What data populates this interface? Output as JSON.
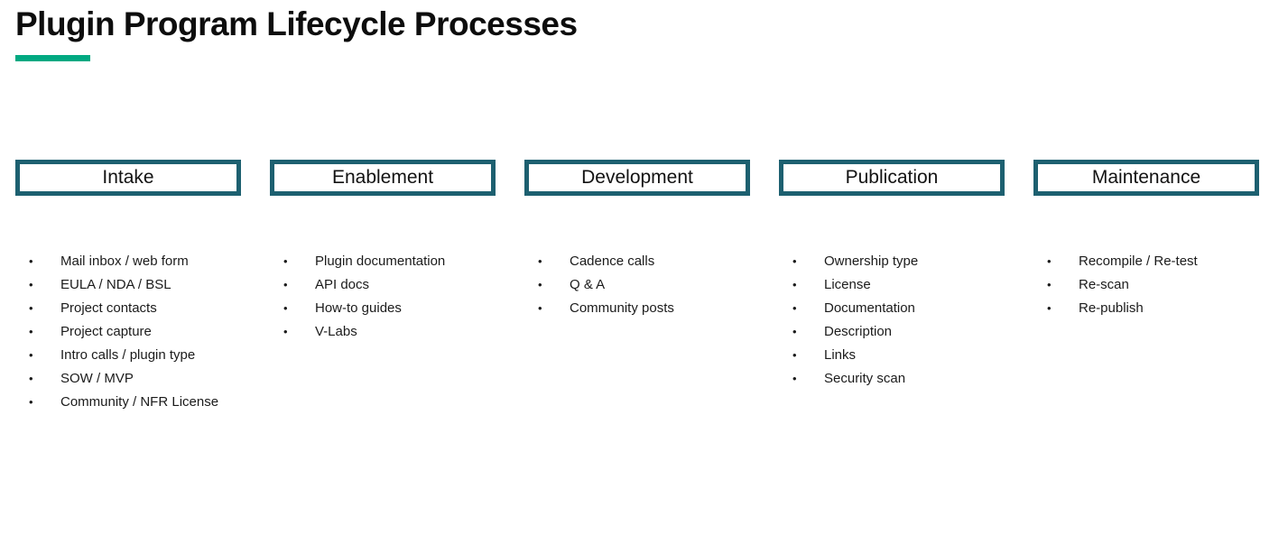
{
  "slide": {
    "title": "Plugin Program Lifecycle Processes",
    "accent_color": "#01a982",
    "stage_box_border_color": "#1d6070",
    "bullet_glyph": "•"
  },
  "columns": [
    {
      "header": "Intake",
      "items": [
        "Mail inbox / web form",
        "EULA / NDA / BSL",
        "Project contacts",
        "Project capture",
        "Intro calls / plugin type",
        "SOW / MVP",
        "Community / NFR License"
      ]
    },
    {
      "header": "Enablement",
      "items": [
        "Plugin documentation",
        "API docs",
        "How-to guides",
        "V-Labs"
      ]
    },
    {
      "header": "Development",
      "items": [
        "Cadence calls",
        "Q & A",
        "Community posts"
      ]
    },
    {
      "header": "Publication",
      "items": [
        "Ownership type",
        "License",
        "Documentation",
        "Description",
        "Links",
        "Security scan"
      ]
    },
    {
      "header": "Maintenance",
      "items": [
        "Recompile / Re-test",
        "Re-scan",
        "Re-publish"
      ]
    }
  ]
}
